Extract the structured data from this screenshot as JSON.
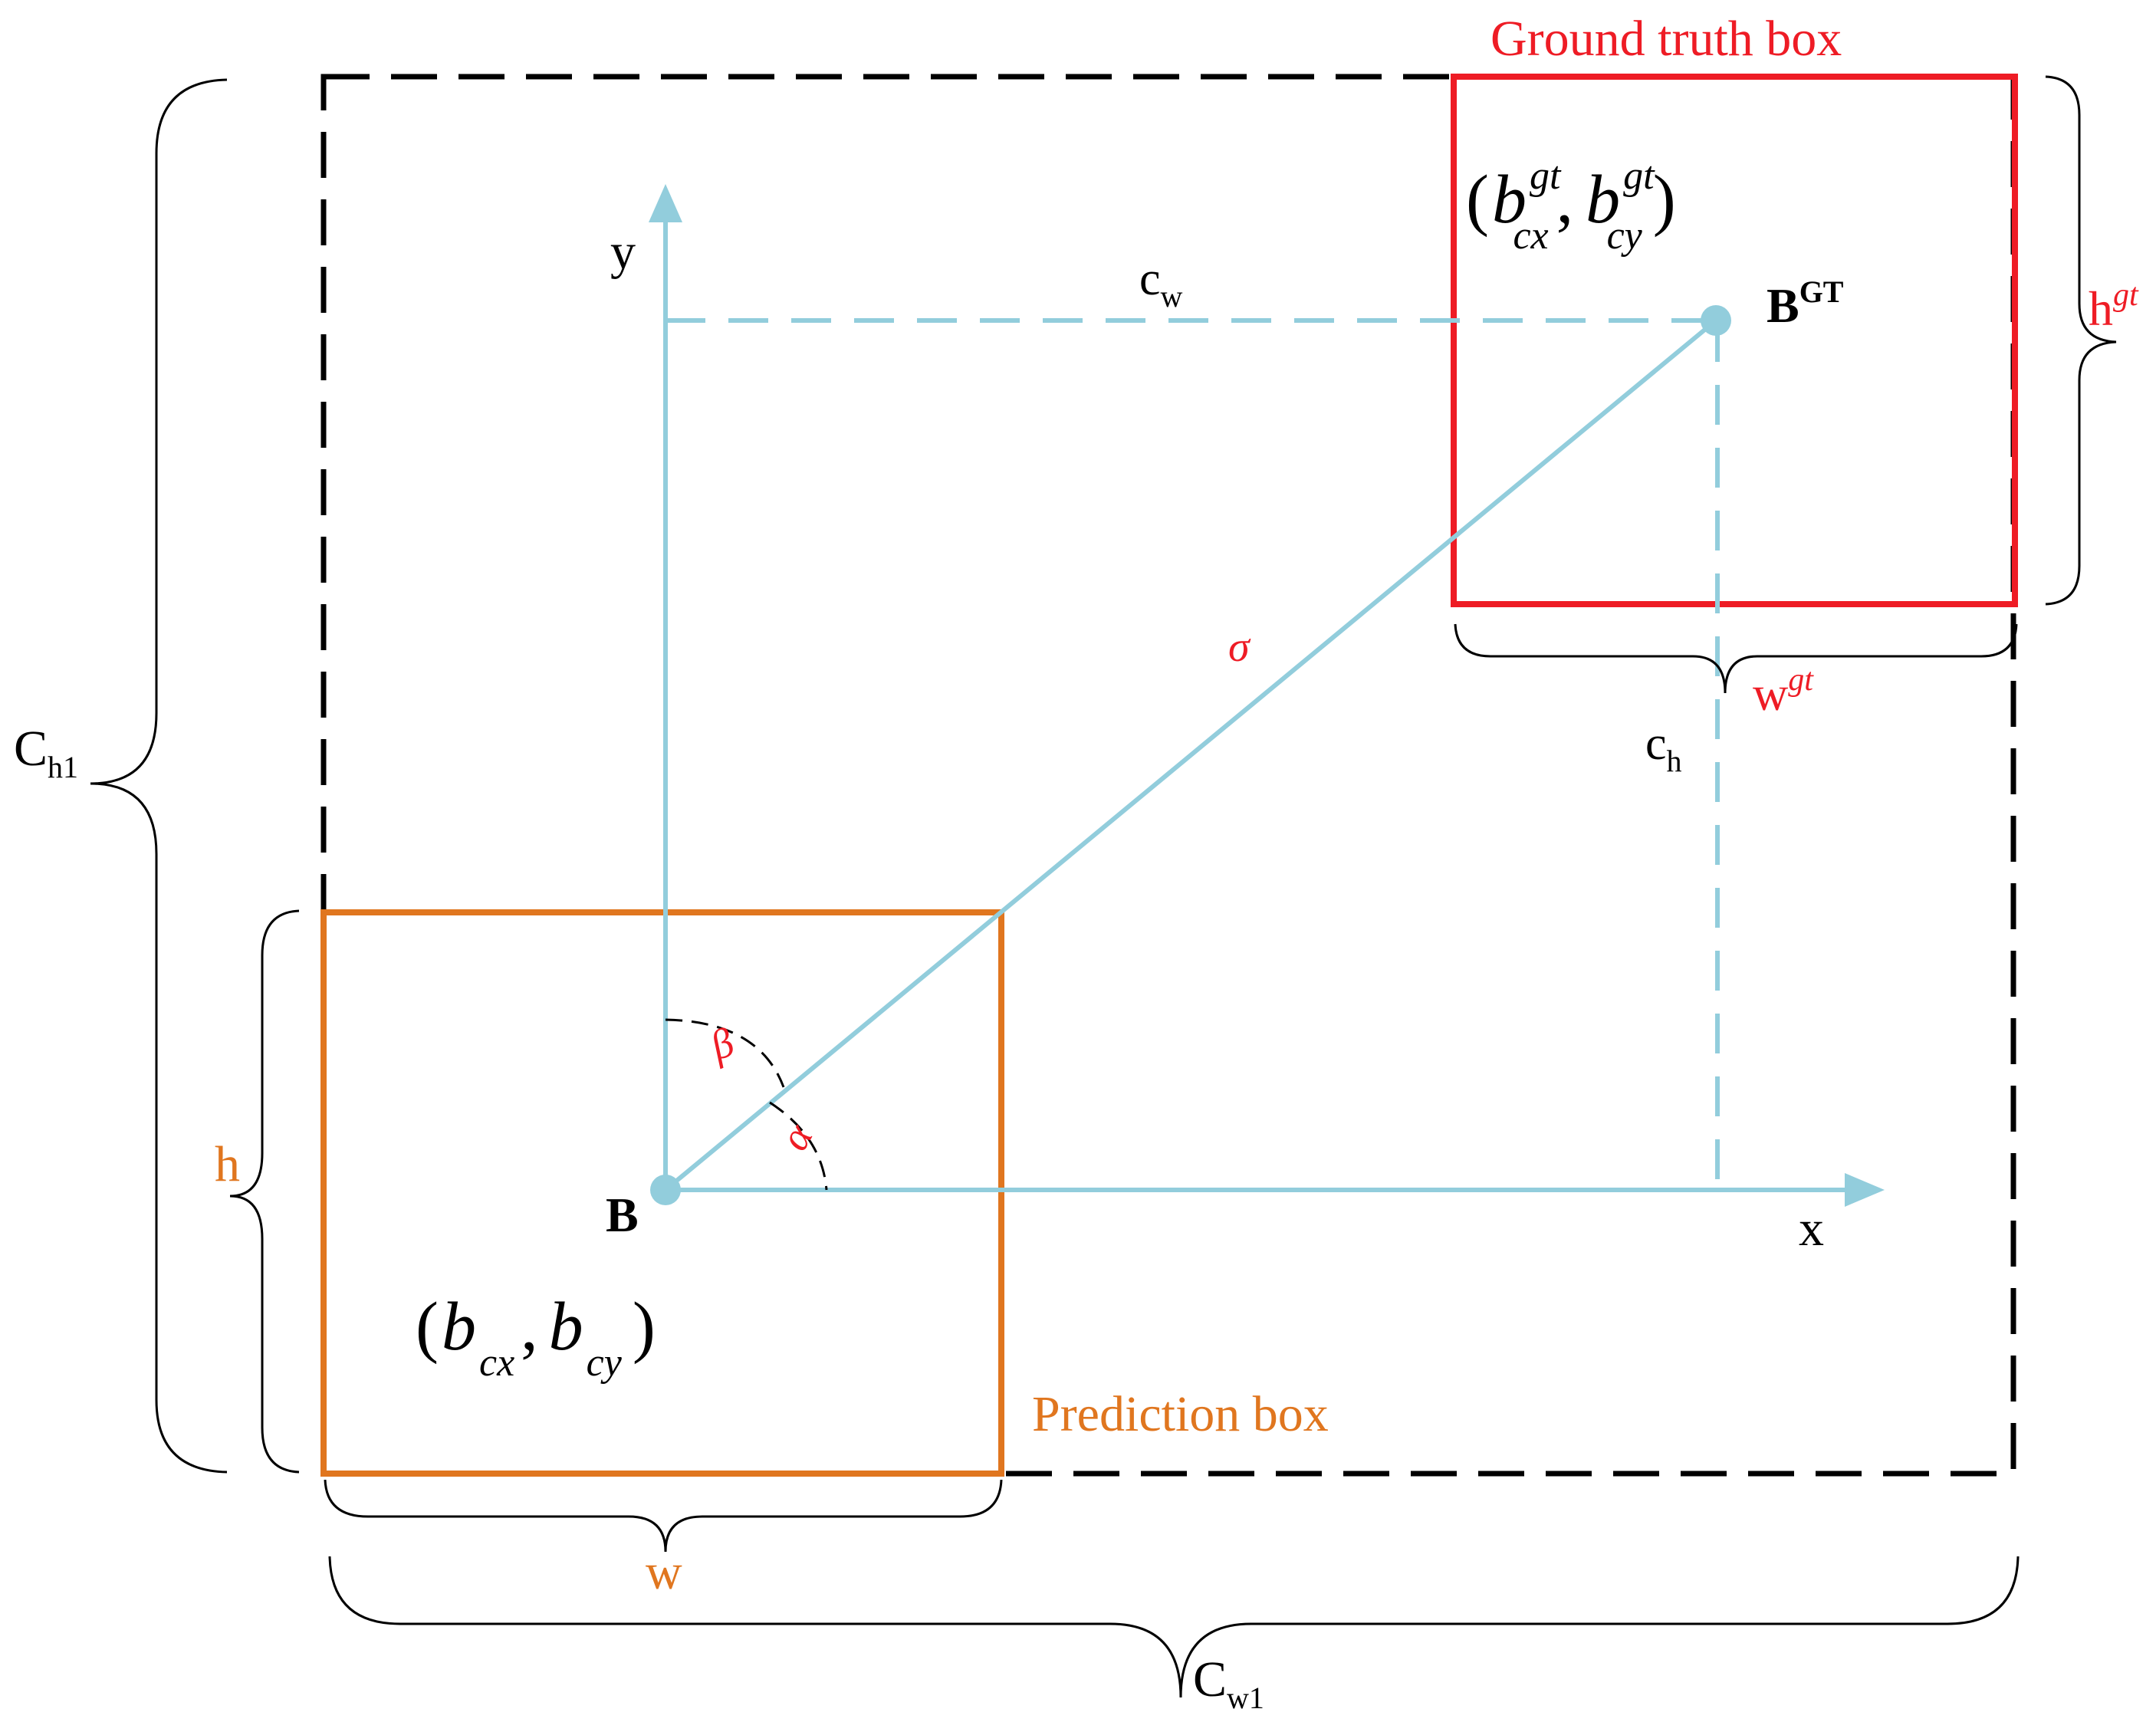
{
  "labels": {
    "ground_truth_box": "Ground truth box",
    "prediction_box": "Prediction box",
    "y_axis": "y",
    "x_axis": "x",
    "c_w_main": "c",
    "c_w_sub": "w",
    "c_h_main": "c",
    "c_h_sub": "h",
    "b_gt_main": "B",
    "b_gt_sup": "GT",
    "b_pred": "B",
    "h_gt_main": "h",
    "h_gt_sup": "gt",
    "w_gt_main": "w",
    "w_gt_sup": "gt",
    "h_pred": "h",
    "w_pred": "w",
    "C_h1_main": "C",
    "C_h1_sub": "h1",
    "C_w1_main": "C",
    "C_w1_sub": "w1",
    "sigma": "σ",
    "beta": "β",
    "alpha": "α",
    "gt_coord": {
      "open": "(",
      "b1": "b",
      "sup1": "gt",
      "sub1": "cx",
      "comma": ",",
      "b2": "b",
      "sup2": "gt",
      "sub2": "cy",
      "close": ")"
    },
    "pred_coord": {
      "open": "(",
      "b1": "b",
      "sub1": "cx",
      "comma": ",",
      "b2": "b",
      "sub2": "cy",
      "close": ")"
    }
  },
  "colors": {
    "ground_truth": "#ee1c25",
    "prediction": "#e0761f",
    "axis": "#92cddc",
    "enclosing_box": "#000000",
    "text": "#000000"
  }
}
